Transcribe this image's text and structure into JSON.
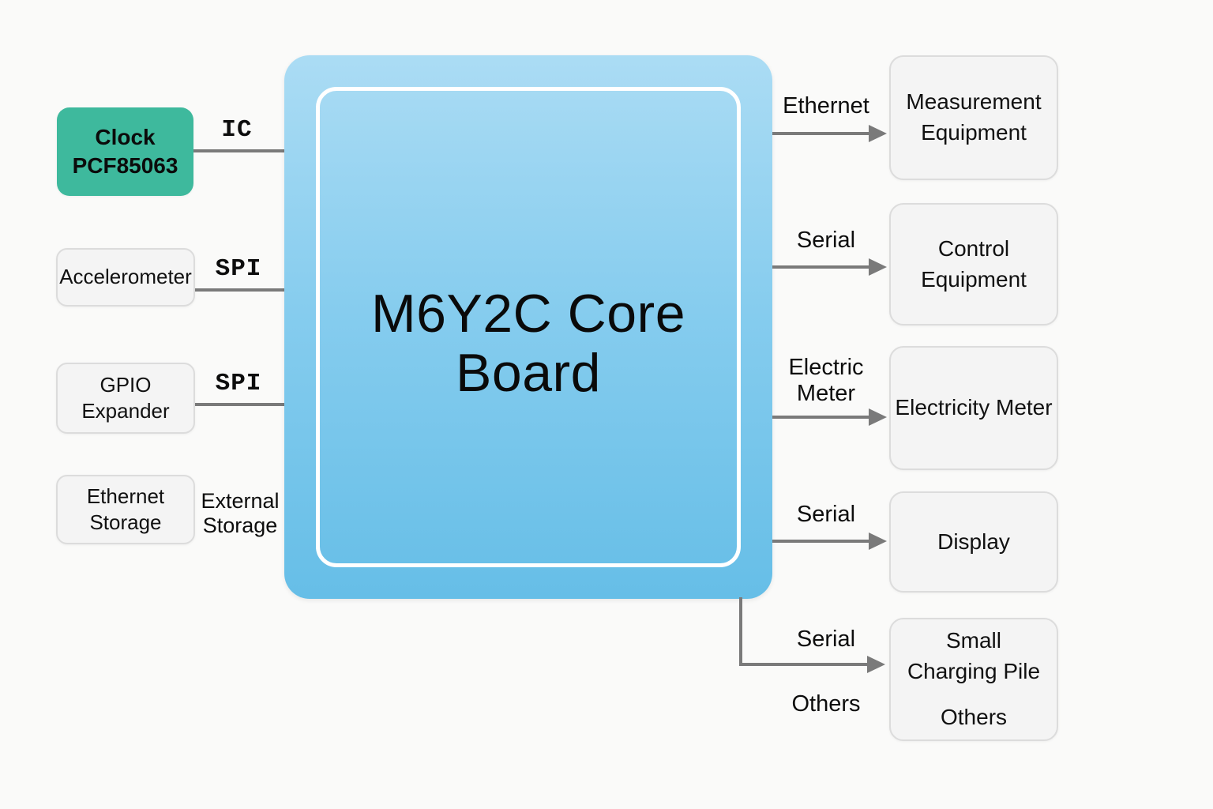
{
  "diagram": {
    "board": {
      "title_lines": [
        "M6Y2C Core",
        "Board"
      ]
    },
    "left_nodes": [
      {
        "name": "clock",
        "lines": [
          "Clock",
          "PCF85063"
        ],
        "bus": "IC"
      },
      {
        "name": "accelerometer",
        "lines": [
          "Accelerometer"
        ],
        "bus": "SPI"
      },
      {
        "name": "gpio-expander",
        "lines": [
          "GPIO",
          "Expander"
        ],
        "bus": "SPI"
      },
      {
        "name": "ethernet-storage",
        "lines": [
          "Ethernet",
          "Storage"
        ],
        "bus_lines": [
          "External",
          "Storage"
        ]
      }
    ],
    "right_nodes": [
      {
        "name": "measurement-equipment",
        "lines": [
          "Measurement",
          "Equipment"
        ],
        "bus": "Ethernet"
      },
      {
        "name": "control-equipment",
        "lines": [
          "Control",
          "Equipment"
        ],
        "bus": "Serial"
      },
      {
        "name": "electricity-meter",
        "lines": [
          "Electricity Meter"
        ],
        "bus_lines": [
          "Electric",
          "Meter"
        ]
      },
      {
        "name": "display",
        "lines": [
          "Display"
        ],
        "bus": "Serial"
      },
      {
        "name": "small-charging-pile",
        "lines": [
          "Small",
          "Charging Pile"
        ],
        "sub_label": "Others",
        "bus": "Serial",
        "bus2": "Others"
      }
    ],
    "colors": {
      "board_gradient_top": "#abdcf4",
      "board_gradient_bottom": "#66bee7",
      "board_inner_border": "#ffffff",
      "clock_box_fill": "#3eb99d",
      "gray_box_fill": "#f4f4f4",
      "gray_box_border": "#dcdcdc",
      "connector": "#7a7a7a",
      "text": "#111111",
      "background": "#fafaf9"
    }
  }
}
